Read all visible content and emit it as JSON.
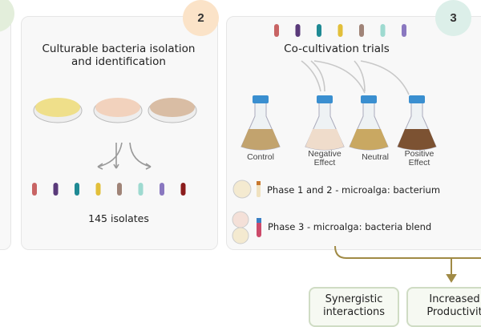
{
  "panel2": {
    "badge": "2",
    "title_line1": "Culturable bacteria isolation",
    "title_line2": "and identification",
    "isolates_label": "145 isolates",
    "isolate_colors": [
      "#c86464",
      "#5a3a7a",
      "#1f8a94",
      "#e2bf3a",
      "#a08478",
      "#9edad0",
      "#8a78c0",
      "#8b1c1c"
    ]
  },
  "panel3": {
    "badge": "3",
    "title": "Co-cultivation trials",
    "bacteria_colors": [
      "#c86464",
      "#5a3a7a",
      "#1f8a94",
      "#e2bf3a",
      "#a08478",
      "#9edad0",
      "#8a78c0"
    ],
    "flasks": [
      {
        "label1": "Control",
        "label2": "",
        "liquid": "#c2a36e"
      },
      {
        "label1": "Negative",
        "label2": "Effect",
        "liquid": "#efdccb"
      },
      {
        "label1": "Neutral",
        "label2": "",
        "liquid": "#c9a862"
      },
      {
        "label1": "Positive",
        "label2": "Effect",
        "liquid": "#7c5232"
      }
    ],
    "phase1": "Phase 1 and 2 - microalga: bacterium",
    "phase3": "Phase 3 - microalga: bacteria blend"
  },
  "outcomes": [
    {
      "line1": "Synergistic",
      "line2": "interactions"
    },
    {
      "line1": "Increased",
      "line2": "Productivit"
    }
  ],
  "colors": {
    "connector": "#a08a45",
    "badge2": "#fbe3c8",
    "badge3": "#dcefe9",
    "badge1": "#e3eedb"
  }
}
